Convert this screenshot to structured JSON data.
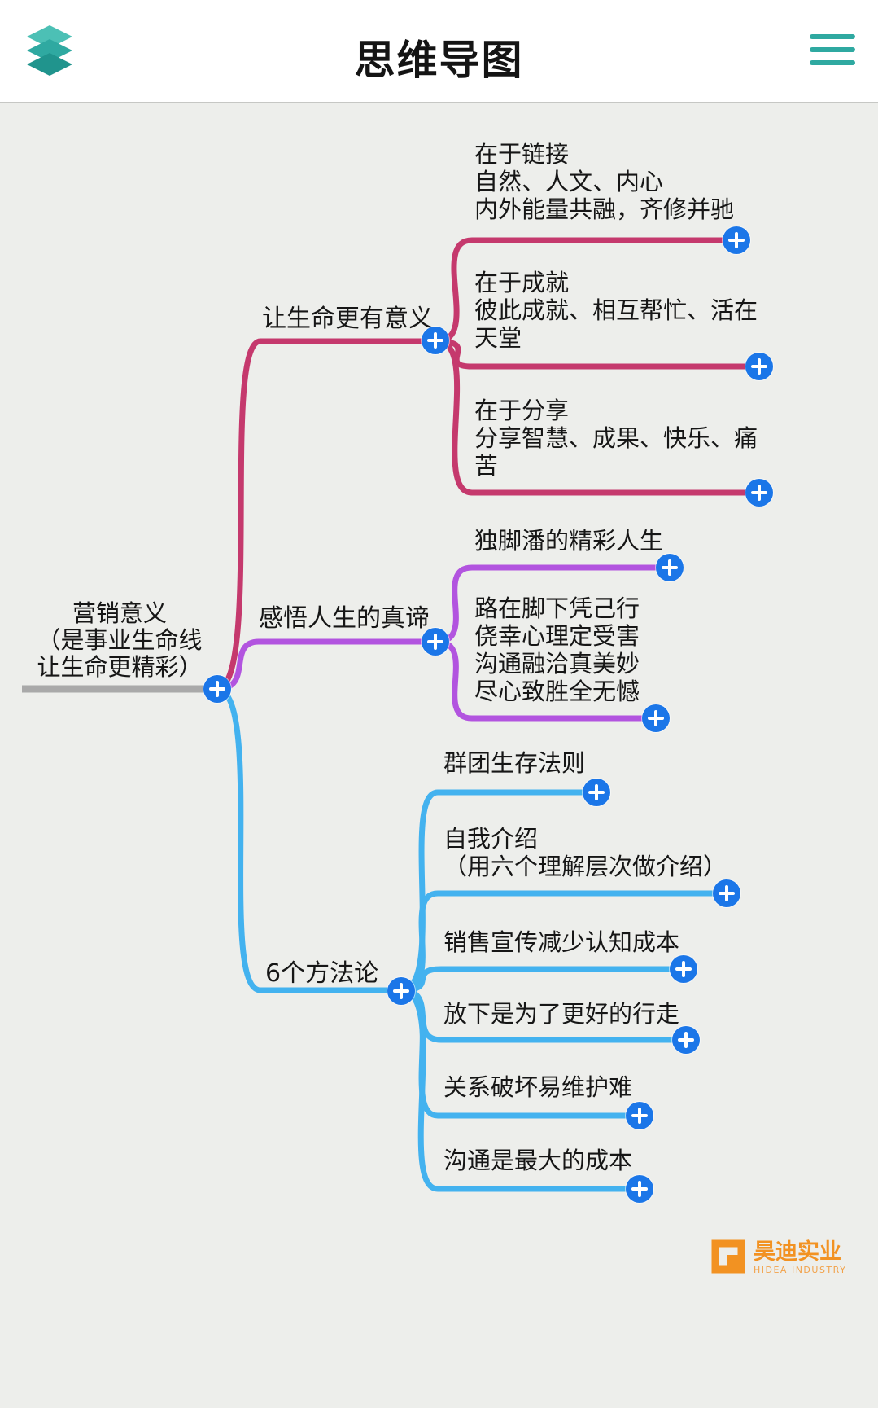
{
  "header": {
    "title": "思维导图"
  },
  "colors": {
    "teal_icon": "#2fa9a1",
    "branch_red": "#c5396d",
    "branch_purple": "#b254df",
    "branch_blue": "#43b2ef",
    "plus_button": "#1b76e8",
    "root_underline": "#a9a9a9",
    "canvas_bg": "#edeeeb",
    "watermark_orange": "#f29222"
  },
  "mindmap": {
    "root": {
      "lines": [
        "营销意义",
        "（是事业生命线",
        "让生命更精彩）"
      ]
    },
    "branches": [
      {
        "label": "让生命更有意义",
        "color": "#c5396d",
        "children": [
          {
            "lines": [
              "在于链接",
              "自然、人文、内心",
              "内外能量共融，齐修并驰"
            ]
          },
          {
            "lines": [
              "在于成就",
              "彼此成就、相互帮忙、活在",
              "天堂"
            ]
          },
          {
            "lines": [
              "在于分享",
              "分享智慧、成果、快乐、痛",
              "苦"
            ]
          }
        ]
      },
      {
        "label": "感悟人生的真谛",
        "color": "#b254df",
        "children": [
          {
            "lines": [
              "独脚潘的精彩人生"
            ]
          },
          {
            "lines": [
              "路在脚下凭己行",
              "侥幸心理定受害",
              "沟通融洽真美妙",
              "尽心致胜全无憾"
            ]
          }
        ]
      },
      {
        "label": "6个方法论",
        "color": "#43b2ef",
        "children": [
          {
            "lines": [
              "群团生存法则"
            ]
          },
          {
            "lines": [
              "自我介绍",
              "（用六个理解层次做介绍）"
            ]
          },
          {
            "lines": [
              "销售宣传减少认知成本"
            ]
          },
          {
            "lines": [
              "放下是为了更好的行走"
            ]
          },
          {
            "lines": [
              "关系破坏易维护难"
            ]
          },
          {
            "lines": [
              "沟通是最大的成本"
            ]
          }
        ]
      }
    ]
  },
  "watermark": {
    "name": "昊迪实业",
    "sub": "HIDEA INDUSTRY"
  }
}
